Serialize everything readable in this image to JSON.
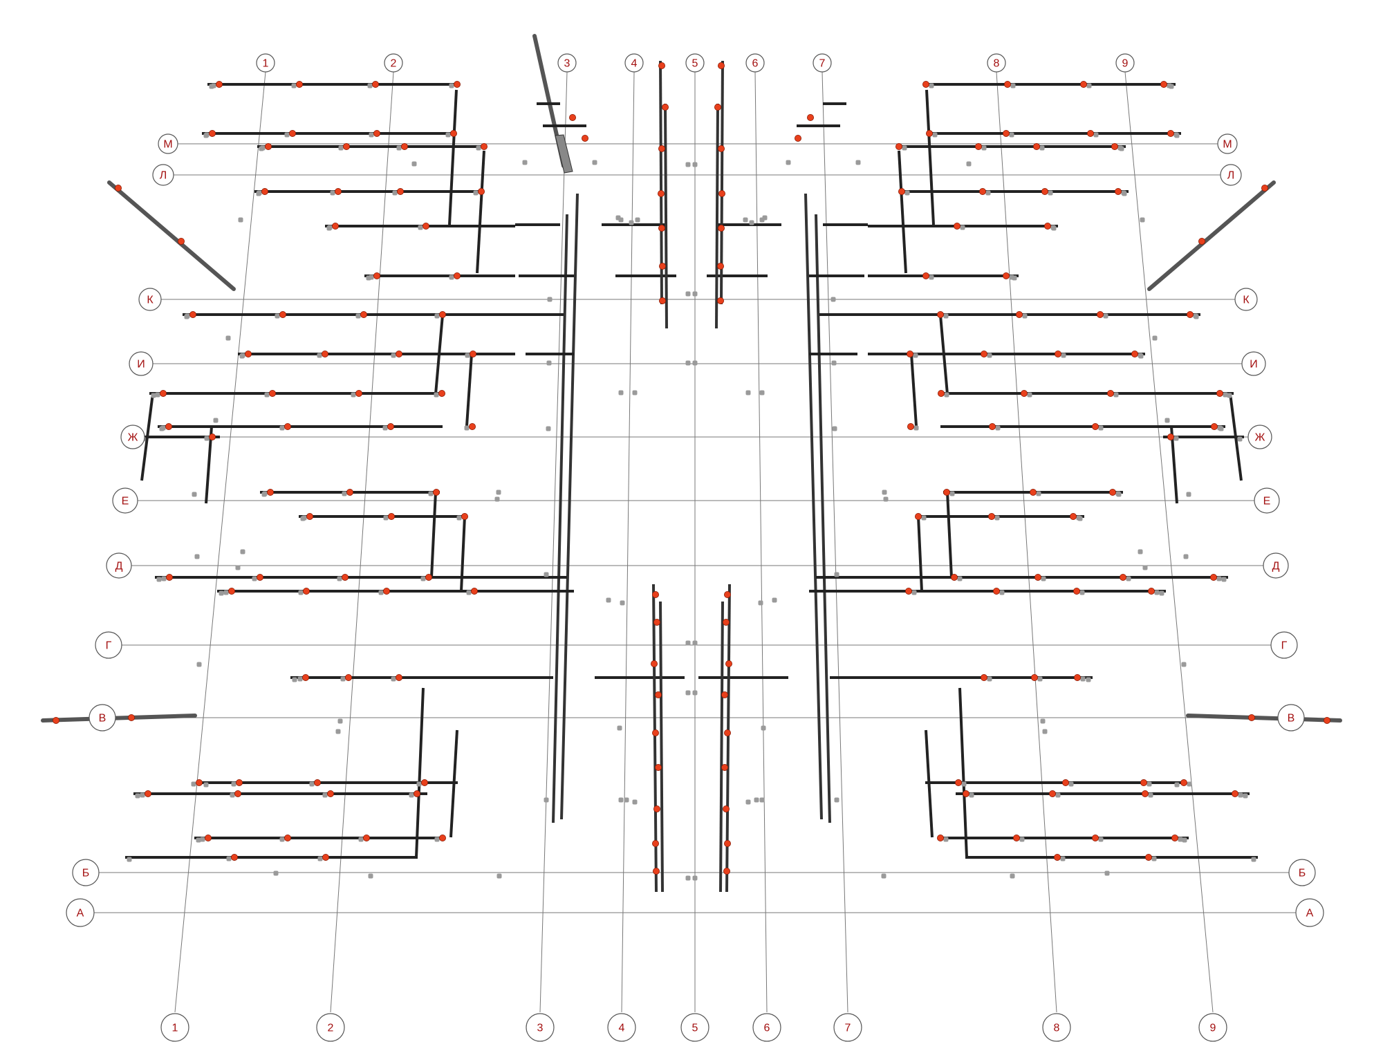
{
  "diagram": {
    "axis_numbers": [
      "1",
      "2",
      "3",
      "4",
      "5",
      "6",
      "7",
      "8",
      "9"
    ],
    "axis_letters": [
      "М",
      "Л",
      "К",
      "И",
      "Ж",
      "Е",
      "Д",
      "Г",
      "В",
      "Б",
      "А"
    ]
  },
  "colors": {
    "background": "#ffffff",
    "grid_line": "#777777",
    "marker_text": "#a31010",
    "pipe": "#222222",
    "sprinkler": "#e8401c",
    "fitting": "#9a9a9a"
  },
  "legend_icons": {
    "sprinkler": "red-sprinkler-head-icon",
    "fitting": "grey-pipe-fitting-icon"
  }
}
